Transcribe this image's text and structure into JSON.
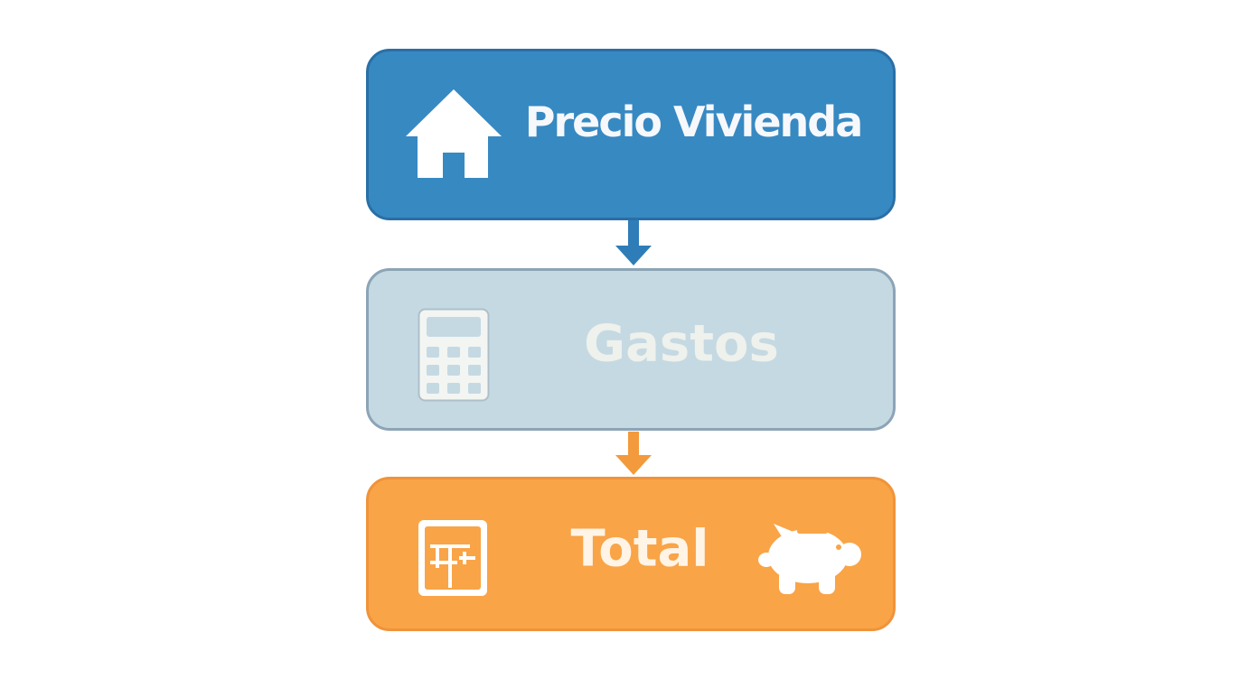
{
  "steps": [
    {
      "label": "Precio Vivienda",
      "icon": "house-icon",
      "color": "#3789c2"
    },
    {
      "label": "Gastos",
      "icon": "calculator-icon",
      "color": "#c5d9e3"
    },
    {
      "label": "Total",
      "icon": "calculator-icon",
      "icon_right": "piggy-bank-icon",
      "color": "#f9a447"
    }
  ],
  "connectors": [
    {
      "from": "Precio Vivienda",
      "to": "Gastos",
      "color": "#2e7db8"
    },
    {
      "from": "Gastos",
      "to": "Total",
      "color": "#f39a3c"
    }
  ]
}
